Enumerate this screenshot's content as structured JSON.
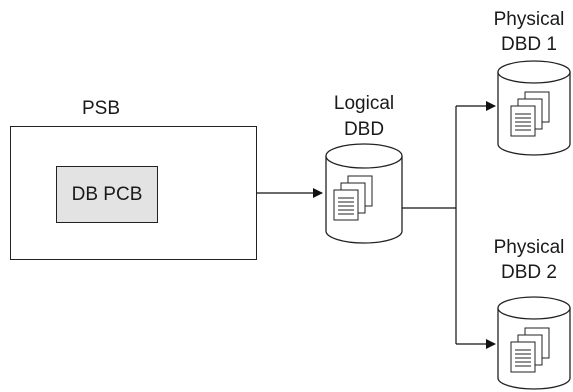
{
  "psb": {
    "label": "PSB"
  },
  "pcb": {
    "label": "DB PCB"
  },
  "logical": {
    "line1": "Logical",
    "line2": "DBD"
  },
  "physical1": {
    "line1": "Physical",
    "line2": "DBD 1"
  },
  "physical2": {
    "line1": "Physical",
    "line2": "DBD 2"
  }
}
